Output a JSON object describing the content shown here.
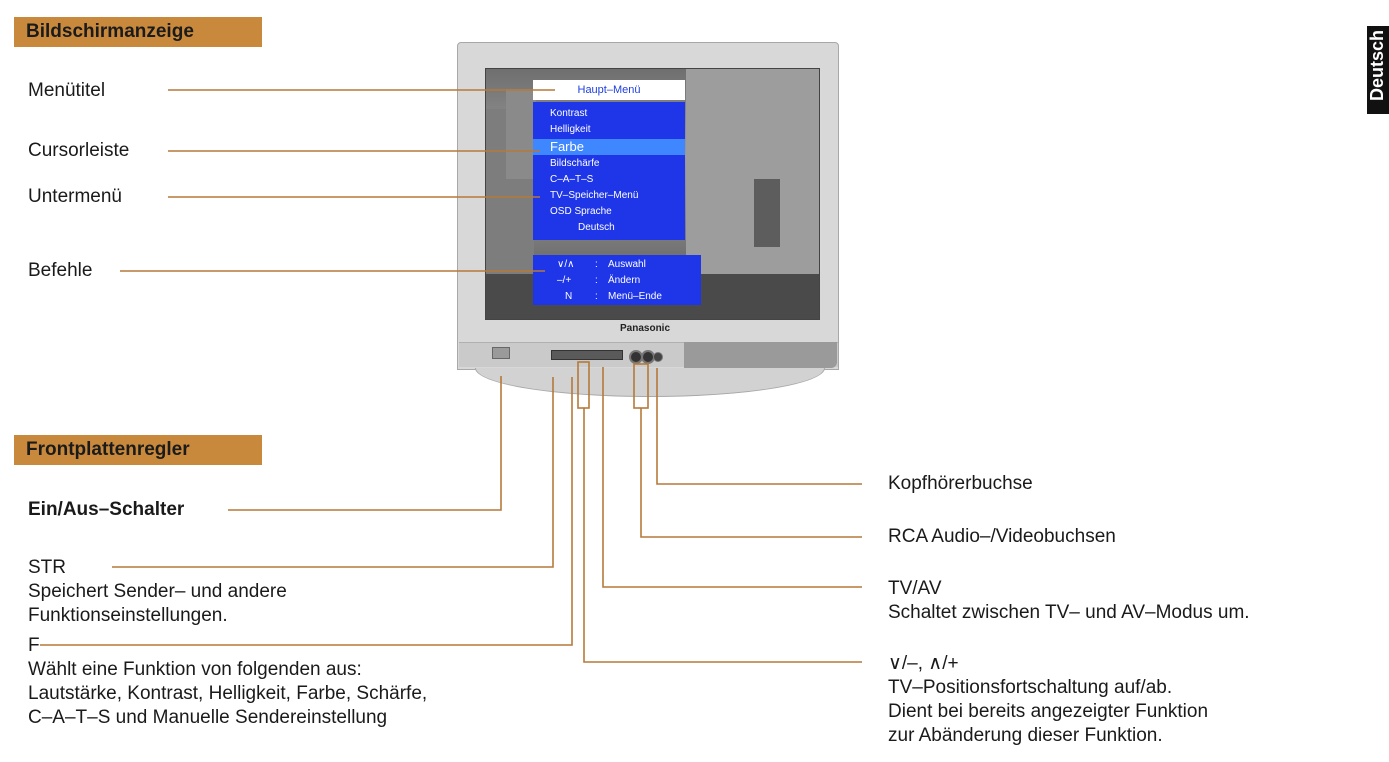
{
  "display_section": {
    "title": "Bildschirmanzeige",
    "labels": {
      "menu_title": "Menütitel",
      "cursor_bar": "Cursorleiste",
      "submenu": "Untermenü",
      "commands": "Befehle"
    }
  },
  "osd": {
    "title": "Haupt–Menü",
    "items": [
      "Kontrast",
      "Helligkeit",
      "Farbe",
      "Bildschärfe",
      "C–A–T–S",
      "TV–Speicher–Menü",
      "OSD Sprache",
      "Deutsch"
    ],
    "selected_index": 2,
    "commands": [
      {
        "key": "∨/∧",
        "colon": ":",
        "text": "Auswahl"
      },
      {
        "key": "–/+",
        "colon": ":",
        "text": "Ändern"
      },
      {
        "key": "N",
        "colon": ":",
        "text": "Menü–Ende"
      }
    ]
  },
  "tv": {
    "brand": "Panasonic"
  },
  "front_section": {
    "title": "Frontplattenregler"
  },
  "left_blocks": {
    "power": "Ein/Aus–Schalter",
    "str_title": "STR",
    "str_line1": "Speichert Sender– und andere",
    "str_line2": "Funktionseinstellungen.",
    "f_title": "F",
    "f_line1": "Wählt eine Funktion von folgenden aus:",
    "f_line2": "Lautstärke, Kontrast, Helligkeit, Farbe, Schärfe,",
    "f_line3": "C–A–T–S und Manuelle Sendereinstellung"
  },
  "right_blocks": {
    "headphone": "Kopfhörerbuchse",
    "rca": "RCA Audio–/Videobuchsen",
    "tvav_title": "TV/AV",
    "tvav_desc": "Schaltet zwischen TV– und AV–Modus um.",
    "updown_title": "∨/–, ∧/+",
    "updown_line1": "TV–Positionsfortschaltung auf/ab.",
    "updown_line2": "Dient bei bereits angezeigter Funktion",
    "updown_line3": "zur Abänderung dieser Funktion."
  },
  "side_tab": "Deutsch",
  "colors": {
    "section_header": "#c9893c",
    "leader_line": "#b5793a",
    "osd_blue": "#1f36e8",
    "osd_highlight": "#3f87ff"
  }
}
